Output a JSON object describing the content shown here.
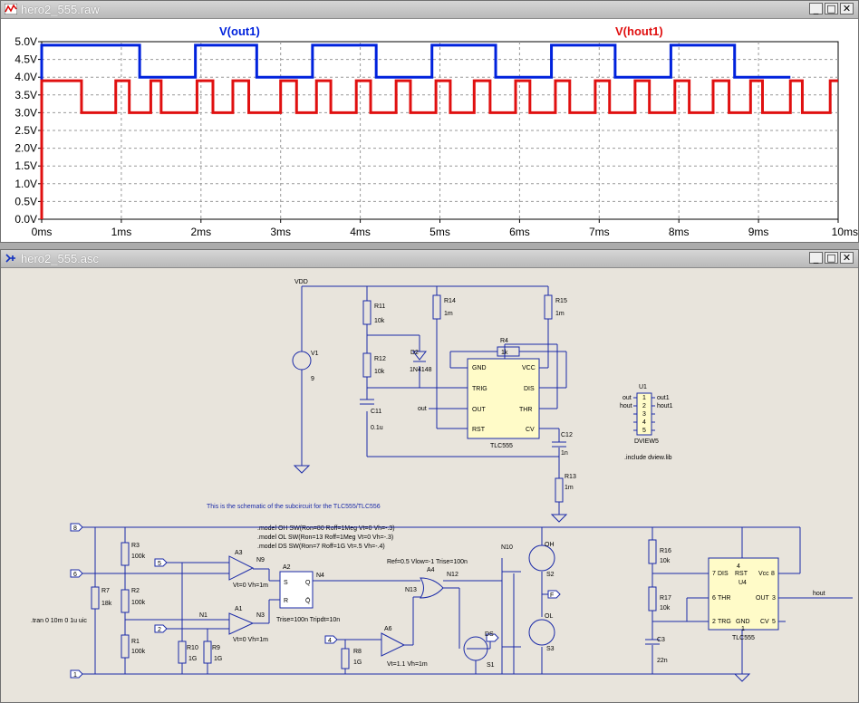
{
  "waveform_window": {
    "title": "hero2_555.raw",
    "controls": {
      "minimize": "_",
      "maximize": "□",
      "close": "✕"
    },
    "trace_labels": [
      "V(out1)",
      "V(hout1)"
    ],
    "trace_colors": {
      "out1": "#0022dd",
      "hout1": "#e01010"
    },
    "y_ticks": [
      "0.0V",
      "0.5V",
      "1.0V",
      "1.5V",
      "2.0V",
      "2.5V",
      "3.0V",
      "3.5V",
      "4.0V",
      "4.5V",
      "5.0V"
    ],
    "x_ticks": [
      "0ms",
      "1ms",
      "2ms",
      "3ms",
      "4ms",
      "5ms",
      "6ms",
      "7ms",
      "8ms",
      "9ms",
      "10ms"
    ]
  },
  "chart_data": {
    "type": "line",
    "xlabel": "",
    "ylabel": "",
    "xlim": [
      0,
      10
    ],
    "ylim": [
      0,
      5
    ],
    "grid": true,
    "series": [
      {
        "name": "V(out1)",
        "high": 4.9,
        "low": 4.0,
        "edges_ms": [
          0.0,
          1.23,
          1.93,
          2.7,
          3.4,
          4.2,
          4.9,
          5.7,
          6.4,
          7.2,
          7.9,
          8.7,
          9.4
        ]
      },
      {
        "name": "V(hout1)",
        "high": 3.9,
        "low": 3.0,
        "edges_ms": [
          0.0,
          0.5,
          0.93,
          1.1,
          1.37,
          1.5,
          1.95,
          2.15,
          2.4,
          2.6,
          3.0,
          3.2,
          3.45,
          3.63,
          3.95,
          4.13,
          4.45,
          4.63,
          4.95,
          5.13,
          5.43,
          5.63,
          5.95,
          6.13,
          6.45,
          6.63,
          6.95,
          7.13,
          7.45,
          7.63,
          7.95,
          8.13,
          8.43,
          8.63,
          8.9,
          9.05,
          9.4,
          9.55,
          9.9,
          10.0
        ]
      }
    ]
  },
  "schematic_window": {
    "title": "hero2_555.asc",
    "controls": {
      "minimize": "_",
      "maximize": "□",
      "close": "✕"
    },
    "labels": {
      "vdd": "VDD",
      "v1": "V1",
      "v1_val": "9",
      "r11": "R11",
      "r11_val": "10k",
      "r12": "R12",
      "r12_val": "10k",
      "r14": "R14",
      "r14_val": "1m",
      "r15": "R15",
      "r15_val": "1m",
      "r4": "R4",
      "r4_val": "1k",
      "d2": "D2",
      "d2_val": "1N4148",
      "c11": "C11",
      "c11_val": "0.1u",
      "c12": "C12",
      "c12_val": "1n",
      "r13": "R13",
      "r13_val": "1m",
      "out_net": "out",
      "tlc_top": "TLC555",
      "pins_top": [
        "GND",
        "TRIG",
        "OUT",
        "RST",
        "VCC",
        "DIS",
        "THR",
        "CV"
      ],
      "u1": "U1",
      "u1_left": [
        "out",
        "hout"
      ],
      "u1_right": [
        "out1",
        "hout1"
      ],
      "u1_nums": [
        "1",
        "2",
        "3",
        "4",
        "5"
      ],
      "dview": "DVIEW5",
      "include": ".include dview.lib",
      "note": "This is the schematic of the subcircuit for the TLC555/TLC556",
      "models": [
        ".model OH SW(Ron=80 Roff=1Meg Vt=0 Vh=-.3)",
        ".model OL SW(Ron=13 Roff=1Meg Vt=0 Vh=-.3)",
        ".model DS SW(Ron=7 Roff=1G Vt=.5 Vh=-.4)"
      ],
      "tran": ".tran 0 10m 0 1u uic",
      "ports": [
        "8",
        "6",
        "5",
        "2",
        "4",
        "1"
      ],
      "r3": "R3",
      "r3_val": "100k",
      "r2": "R2",
      "r2_val": "100k",
      "r1": "R1",
      "r1_val": "100k",
      "r7": "R7",
      "r7_val": "18k",
      "r10": "R10",
      "r10_val": "1G",
      "r9": "R9",
      "r9_val": "1G",
      "r8": "R8",
      "r8_val": "1G",
      "a3": "A3",
      "a1": "A1",
      "a2": "A2",
      "a4": "A4",
      "a6": "A6",
      "n9": "N9",
      "n1": "N1",
      "n3": "N3",
      "n4": "N4",
      "n12": "N12",
      "n13": "N13",
      "n10": "N10",
      "cmp_param": "Vt=0 Vh=1m",
      "a6_param": "Vt=1.1 Vh=1m",
      "a4_param": "Ref=0.5 Vlow=-1 Trise=100n",
      "a2_param": "Trise=100n Tripdt=10n",
      "ff_pins": [
        "S",
        "Q",
        "R",
        "Q̄"
      ],
      "oh": "OH",
      "ol": "OL",
      "s2": "S2",
      "s3": "S3",
      "s1": "S1",
      "ds": "DS",
      "r16": "R16",
      "r16_val": "10k",
      "r17": "R17",
      "r17_val": "10k",
      "c3": "C3",
      "c3_val": "22n",
      "u4": "U4",
      "tlc_bottom": "TLC555",
      "u4_pins": [
        "RST",
        "Vcc",
        "DIS",
        "THR",
        "OUT",
        "TRG",
        "GND",
        "CV"
      ],
      "u4_nums": [
        "4",
        "8",
        "7",
        "6",
        "3",
        "2",
        "1",
        "5"
      ],
      "hout": "hout",
      "bubble_f": "F"
    }
  }
}
